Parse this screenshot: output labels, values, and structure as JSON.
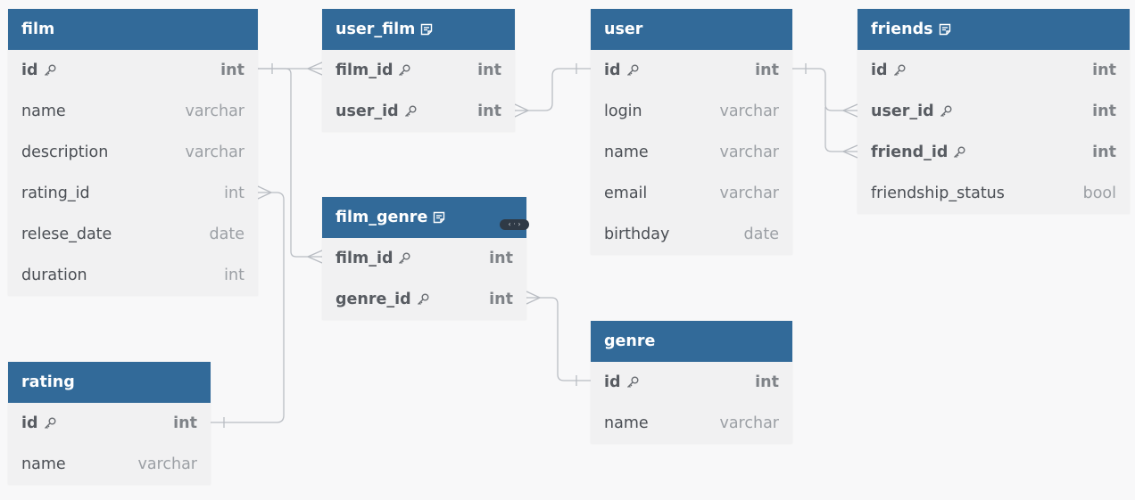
{
  "tables": {
    "film": {
      "name": "film",
      "columns": [
        {
          "name": "id",
          "type": "int",
          "key": true
        },
        {
          "name": "name",
          "type": "varchar"
        },
        {
          "name": "description",
          "type": "varchar"
        },
        {
          "name": "rating_id",
          "type": "int"
        },
        {
          "name": "relese_date",
          "type": "date"
        },
        {
          "name": "duration",
          "type": "int"
        }
      ]
    },
    "user_film": {
      "name": "user_film",
      "note_icon": "note-icon",
      "columns": [
        {
          "name": "film_id",
          "type": "int",
          "key": true
        },
        {
          "name": "user_id",
          "type": "int",
          "key": true
        }
      ]
    },
    "user": {
      "name": "user",
      "columns": [
        {
          "name": "id",
          "type": "int",
          "key": true
        },
        {
          "name": "login",
          "type": "varchar"
        },
        {
          "name": "name",
          "type": "varchar"
        },
        {
          "name": "email",
          "type": "varchar"
        },
        {
          "name": "birthday",
          "type": "date"
        }
      ]
    },
    "friends": {
      "name": "friends",
      "note_icon": "note-icon",
      "columns": [
        {
          "name": "id",
          "type": "int",
          "key": true
        },
        {
          "name": "user_id",
          "type": "int",
          "key": true
        },
        {
          "name": "friend_id",
          "type": "int",
          "key": true
        },
        {
          "name": "friendship_status",
          "type": "bool"
        }
      ]
    },
    "film_genre": {
      "name": "film_genre",
      "note_icon": "note-icon",
      "columns": [
        {
          "name": "film_id",
          "type": "int",
          "key": true
        },
        {
          "name": "genre_id",
          "type": "int",
          "key": true
        }
      ]
    },
    "genre": {
      "name": "genre",
      "columns": [
        {
          "name": "id",
          "type": "int",
          "key": true
        },
        {
          "name": "name",
          "type": "varchar"
        }
      ]
    },
    "rating": {
      "name": "rating",
      "columns": [
        {
          "name": "id",
          "type": "int",
          "key": true
        },
        {
          "name": "name",
          "type": "varchar"
        }
      ]
    }
  },
  "relationships": [
    {
      "from": "film.id",
      "to": "user_film.film_id",
      "cardinality": "one-to-many"
    },
    {
      "from": "film.id",
      "to": "film_genre.film_id",
      "cardinality": "one-to-many"
    },
    {
      "from": "user.id",
      "to": "user_film.user_id",
      "cardinality": "one-to-many"
    },
    {
      "from": "user.id",
      "to": "friends.user_id",
      "cardinality": "one-to-many"
    },
    {
      "from": "user.id",
      "to": "friends.friend_id",
      "cardinality": "one-to-many"
    },
    {
      "from": "genre.id",
      "to": "film_genre.genre_id",
      "cardinality": "one-to-many"
    },
    {
      "from": "rating.id",
      "to": "film.rating_id",
      "cardinality": "one-to-many"
    }
  ],
  "colors": {
    "header_bg": "#326a99",
    "header_text": "#ffffff",
    "body_bg": "#f1f1f2",
    "connector": "#b8bcc2"
  }
}
